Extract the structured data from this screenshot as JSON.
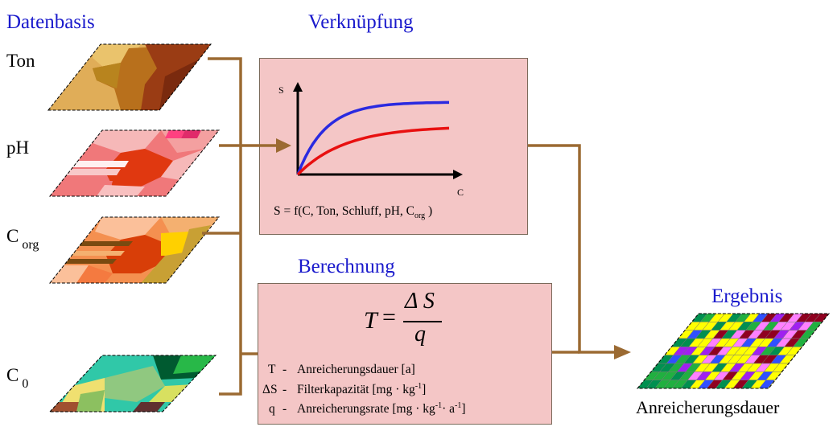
{
  "headings": {
    "data_basis": "Datenbasis",
    "linkage": "Verknüpfung",
    "calculation": "Berechnung",
    "result": "Ergebnis"
  },
  "layers": [
    {
      "label": "Ton"
    },
    {
      "label": "pH"
    },
    {
      "label": "C",
      "sub": "org"
    },
    {
      "label": "C",
      "sub": "0"
    }
  ],
  "graph": {
    "y_axis_label": "S",
    "x_axis_label": "C",
    "series_colors": [
      "#2a2ae0",
      "#e81010"
    ]
  },
  "linkage_formula": {
    "text": "S =  f(C, Ton, Schluff, pH, C",
    "sub": "org",
    "close": " )"
  },
  "calculation": {
    "equation": {
      "lhs": "T",
      "eq": "=",
      "numerator": "Δ S",
      "denominator": "q"
    },
    "legend": [
      {
        "symbol": "T",
        "dash": "-",
        "text": "Anreicherungsdauer [a]"
      },
      {
        "symbol": "ΔS",
        "dash": "-",
        "text": "Filterkapazität [mg · kg",
        "sup": "-1",
        "close": "]"
      },
      {
        "symbol": "q",
        "dash": "-",
        "text": "Anreicherungsrate [mg · kg",
        "sup": "-1",
        "mid": "· a",
        "sup2": "-1",
        "close": "]"
      }
    ]
  },
  "result_label": "Anreicherungsdauer",
  "colors": {
    "arrow": "#9b6a32",
    "box_fill": "#f4c6c6",
    "heading": "#1a1acc"
  }
}
